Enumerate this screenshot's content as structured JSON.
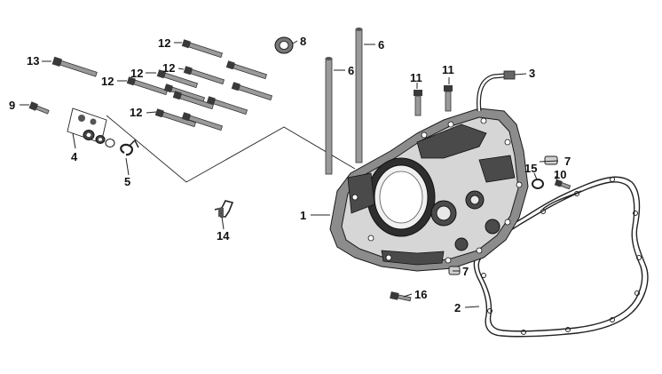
{
  "callouts": {
    "c1": "1",
    "c2": "2",
    "c3": "3",
    "c4": "4",
    "c5": "5",
    "c6a": "6",
    "c6b": "6",
    "c7a": "7",
    "c7b": "7",
    "c8": "8",
    "c9": "9",
    "c10": "10",
    "c11a": "11",
    "c11b": "11",
    "c12a": "12",
    "c12b": "12",
    "c12c": "12",
    "c12d": "12",
    "c12e": "12",
    "c13": "13",
    "c14": "14",
    "c15": "15",
    "c16": "16"
  }
}
